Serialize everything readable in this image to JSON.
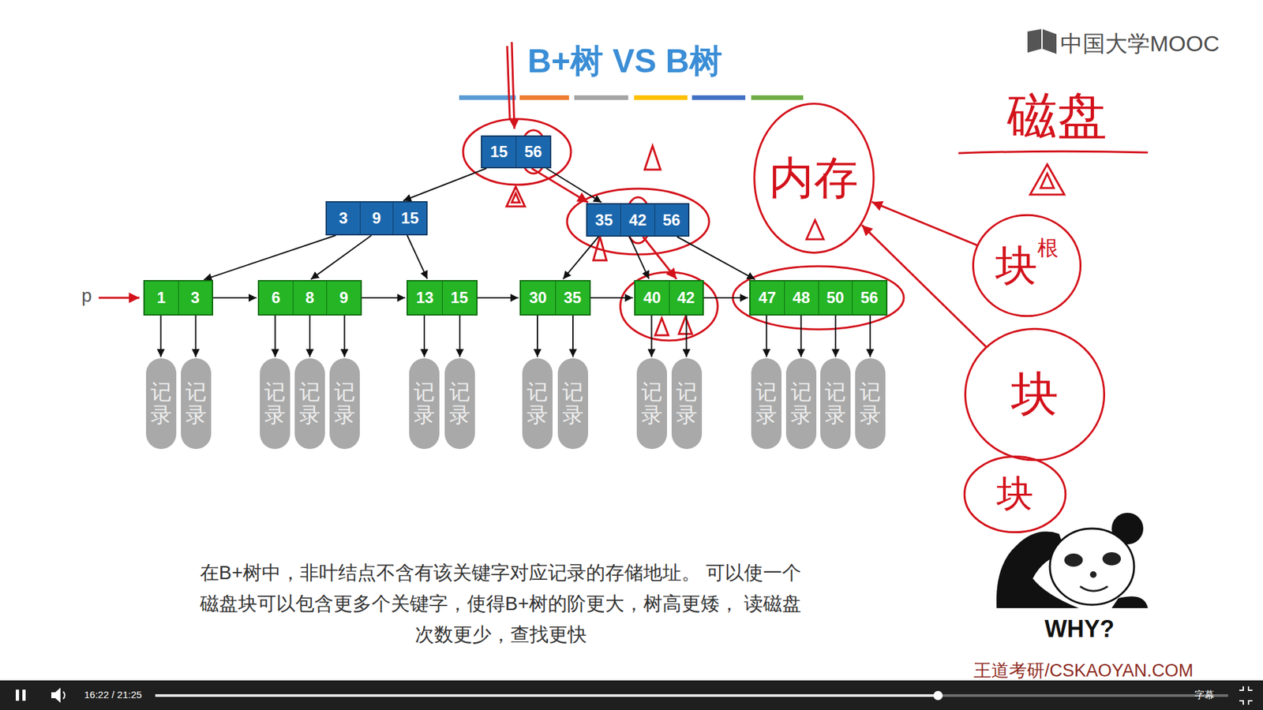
{
  "diagram": {
    "title": "B+树 VS B树",
    "caption": "在B+树中，非叶结点不含有该关键字对应记录的存储地址。 可以使一个磁盘块可以包含更多个关键字，使得B+树的阶更大，树高更矮， 读磁盘次数更少，查找更快",
    "nodes": [
      {
        "text": [
          "15",
          "56"
        ]
      },
      {
        "text": [
          "3",
          "9",
          "15"
        ]
      },
      {
        "text": [
          "35",
          "42",
          "56"
        ]
      },
      {
        "text": [
          "1",
          "3"
        ]
      },
      {
        "text": [
          "6",
          "8",
          "9"
        ]
      },
      {
        "text": [
          "13",
          "15"
        ]
      },
      {
        "text": [
          "30",
          "35"
        ]
      },
      {
        "text": [
          "40",
          "42"
        ]
      },
      {
        "text": [
          "47",
          "48",
          "50",
          "56"
        ]
      },
      {
        "text": [
          "记录"
        ]
      },
      {
        "text": [
          "记录"
        ]
      },
      {
        "text": [
          "记录"
        ]
      },
      {
        "text": [
          "记录"
        ]
      },
      {
        "text": [
          "记录"
        ]
      },
      {
        "text": [
          "记录"
        ]
      },
      {
        "text": [
          "记录"
        ]
      },
      {
        "text": [
          "记录"
        ]
      },
      {
        "text": [
          "记录"
        ]
      },
      {
        "text": [
          "记录"
        ]
      },
      {
        "text": [
          "记录"
        ]
      },
      {
        "text": [
          "记录"
        ]
      },
      {
        "text": [
          "记录"
        ]
      },
      {
        "text": [
          "记录"
        ]
      },
      {
        "text": [
          "记录"
        ]
      },
      {
        "text": [
          "内存"
        ]
      },
      {
        "text": [
          "块",
          "根"
        ]
      },
      {
        "text": [
          "块"
        ]
      },
      {
        "text": [
          "块"
        ]
      }
    ],
    "edges": [
      {
        "from": 0,
        "to": 1,
        "arrow": "to"
      },
      {
        "from": 0,
        "to": 2,
        "arrow": "to"
      },
      {
        "from": 1,
        "to": 3,
        "arrow": "to"
      },
      {
        "from": 1,
        "to": 4,
        "arrow": "to"
      },
      {
        "from": 1,
        "to": 5,
        "arrow": "to"
      },
      {
        "from": 2,
        "to": 6,
        "arrow": "to"
      },
      {
        "from": 2,
        "to": 7,
        "arrow": "to"
      },
      {
        "from": 2,
        "to": 8,
        "arrow": "to"
      },
      {
        "from": 3,
        "to": 4,
        "arrow": "to"
      },
      {
        "from": 4,
        "to": 5,
        "arrow": "to"
      },
      {
        "from": 5,
        "to": 6,
        "arrow": "to"
      },
      {
        "from": 6,
        "to": 7,
        "arrow": "to"
      },
      {
        "from": 7,
        "to": 8,
        "arrow": "to"
      },
      {
        "from": 3,
        "to": 9,
        "arrow": "to"
      },
      {
        "from": 3,
        "to": 10,
        "arrow": "to"
      },
      {
        "from": 4,
        "to": 11,
        "arrow": "to"
      },
      {
        "from": 4,
        "to": 12,
        "arrow": "to"
      },
      {
        "from": 4,
        "to": 13,
        "arrow": "to"
      },
      {
        "from": 5,
        "to": 14,
        "arrow": "to"
      },
      {
        "from": 5,
        "to": 15,
        "arrow": "to"
      },
      {
        "from": 6,
        "to": 16,
        "arrow": "to"
      },
      {
        "from": 6,
        "to": 17,
        "arrow": "to"
      },
      {
        "from": 7,
        "to": 18,
        "arrow": "to"
      },
      {
        "from": 7,
        "to": 19,
        "arrow": "to"
      },
      {
        "from": 8,
        "to": 20,
        "arrow": "to"
      },
      {
        "from": 8,
        "to": 21,
        "arrow": "to"
      },
      {
        "from": 8,
        "to": 22,
        "arrow": "to"
      },
      {
        "from": 8,
        "to": 23,
        "arrow": "to"
      },
      {
        "from": 0,
        "to": 2,
        "arrow": "to"
      },
      {
        "from": 2,
        "to": 7,
        "arrow": "to"
      },
      {
        "from": 25,
        "to": 24,
        "arrow": "to"
      },
      {
        "from": 26,
        "to": 24,
        "arrow": "to"
      }
    ],
    "labels": [
      "中国大学MOOC",
      "磁盘",
      "p",
      "WHY?",
      "王道考研/CSKAOYAN.COM",
      "16:22 / 21:25",
      "字幕"
    ]
  }
}
